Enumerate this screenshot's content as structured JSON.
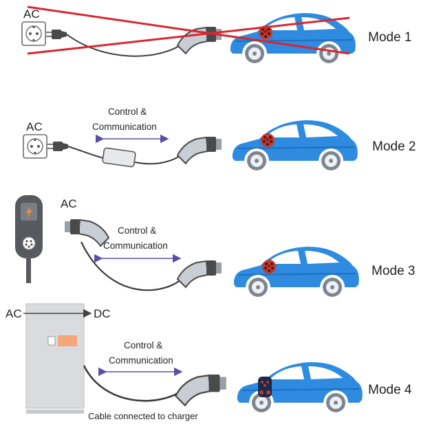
{
  "colors": {
    "car_body": "#2e8be0",
    "car_dark": "#1f6fbd",
    "window": "#ffffff",
    "wheel": "#7d8590",
    "rim": "#eef1f4",
    "cable": "#3b3b3b",
    "plug": "#c9ced4",
    "arrow": "#5a4fa8",
    "cross": "#d9262f",
    "wallbox": "#56595e",
    "cabinet": "#d9dbde",
    "inlet": "#c0392b"
  },
  "modes": [
    {
      "label": "Mode 1",
      "source": "AC",
      "crossed": true
    },
    {
      "label": "Mode 2",
      "source": "AC",
      "control_line1": "Control &",
      "control_line2": "Communication"
    },
    {
      "label": "Mode 3",
      "source": "AC",
      "control_line1": "Control &",
      "control_line2": "Communication"
    },
    {
      "label": "Mode 4",
      "source": "AC",
      "output": "DC",
      "control_line1": "Control &",
      "control_line2": "Communication",
      "caption": "Cable connected to charger"
    }
  ]
}
